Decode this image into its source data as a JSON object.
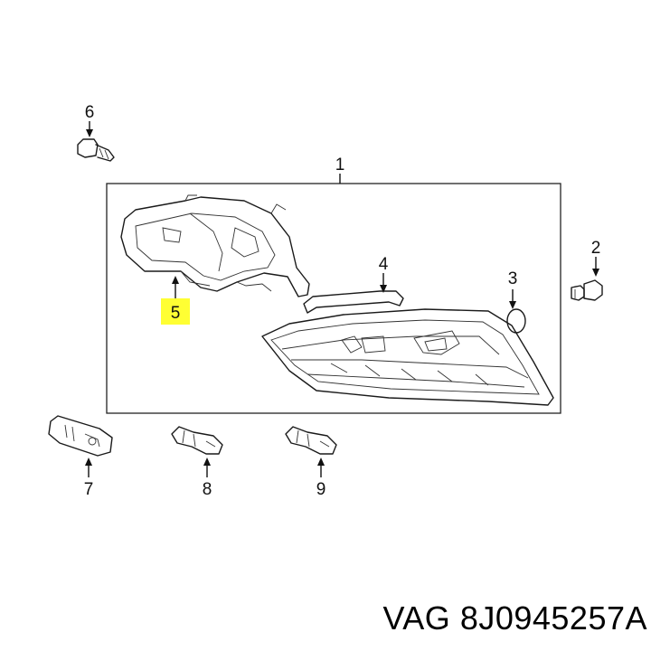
{
  "callouts": {
    "c1": "1",
    "c2": "2",
    "c3": "3",
    "c4": "4",
    "c5": "5",
    "c6": "6",
    "c7": "7",
    "c8": "8",
    "c9": "9"
  },
  "highlight_color": "#ffff33",
  "caption": {
    "brand": "VAG",
    "part_number": "8J0945257A"
  }
}
